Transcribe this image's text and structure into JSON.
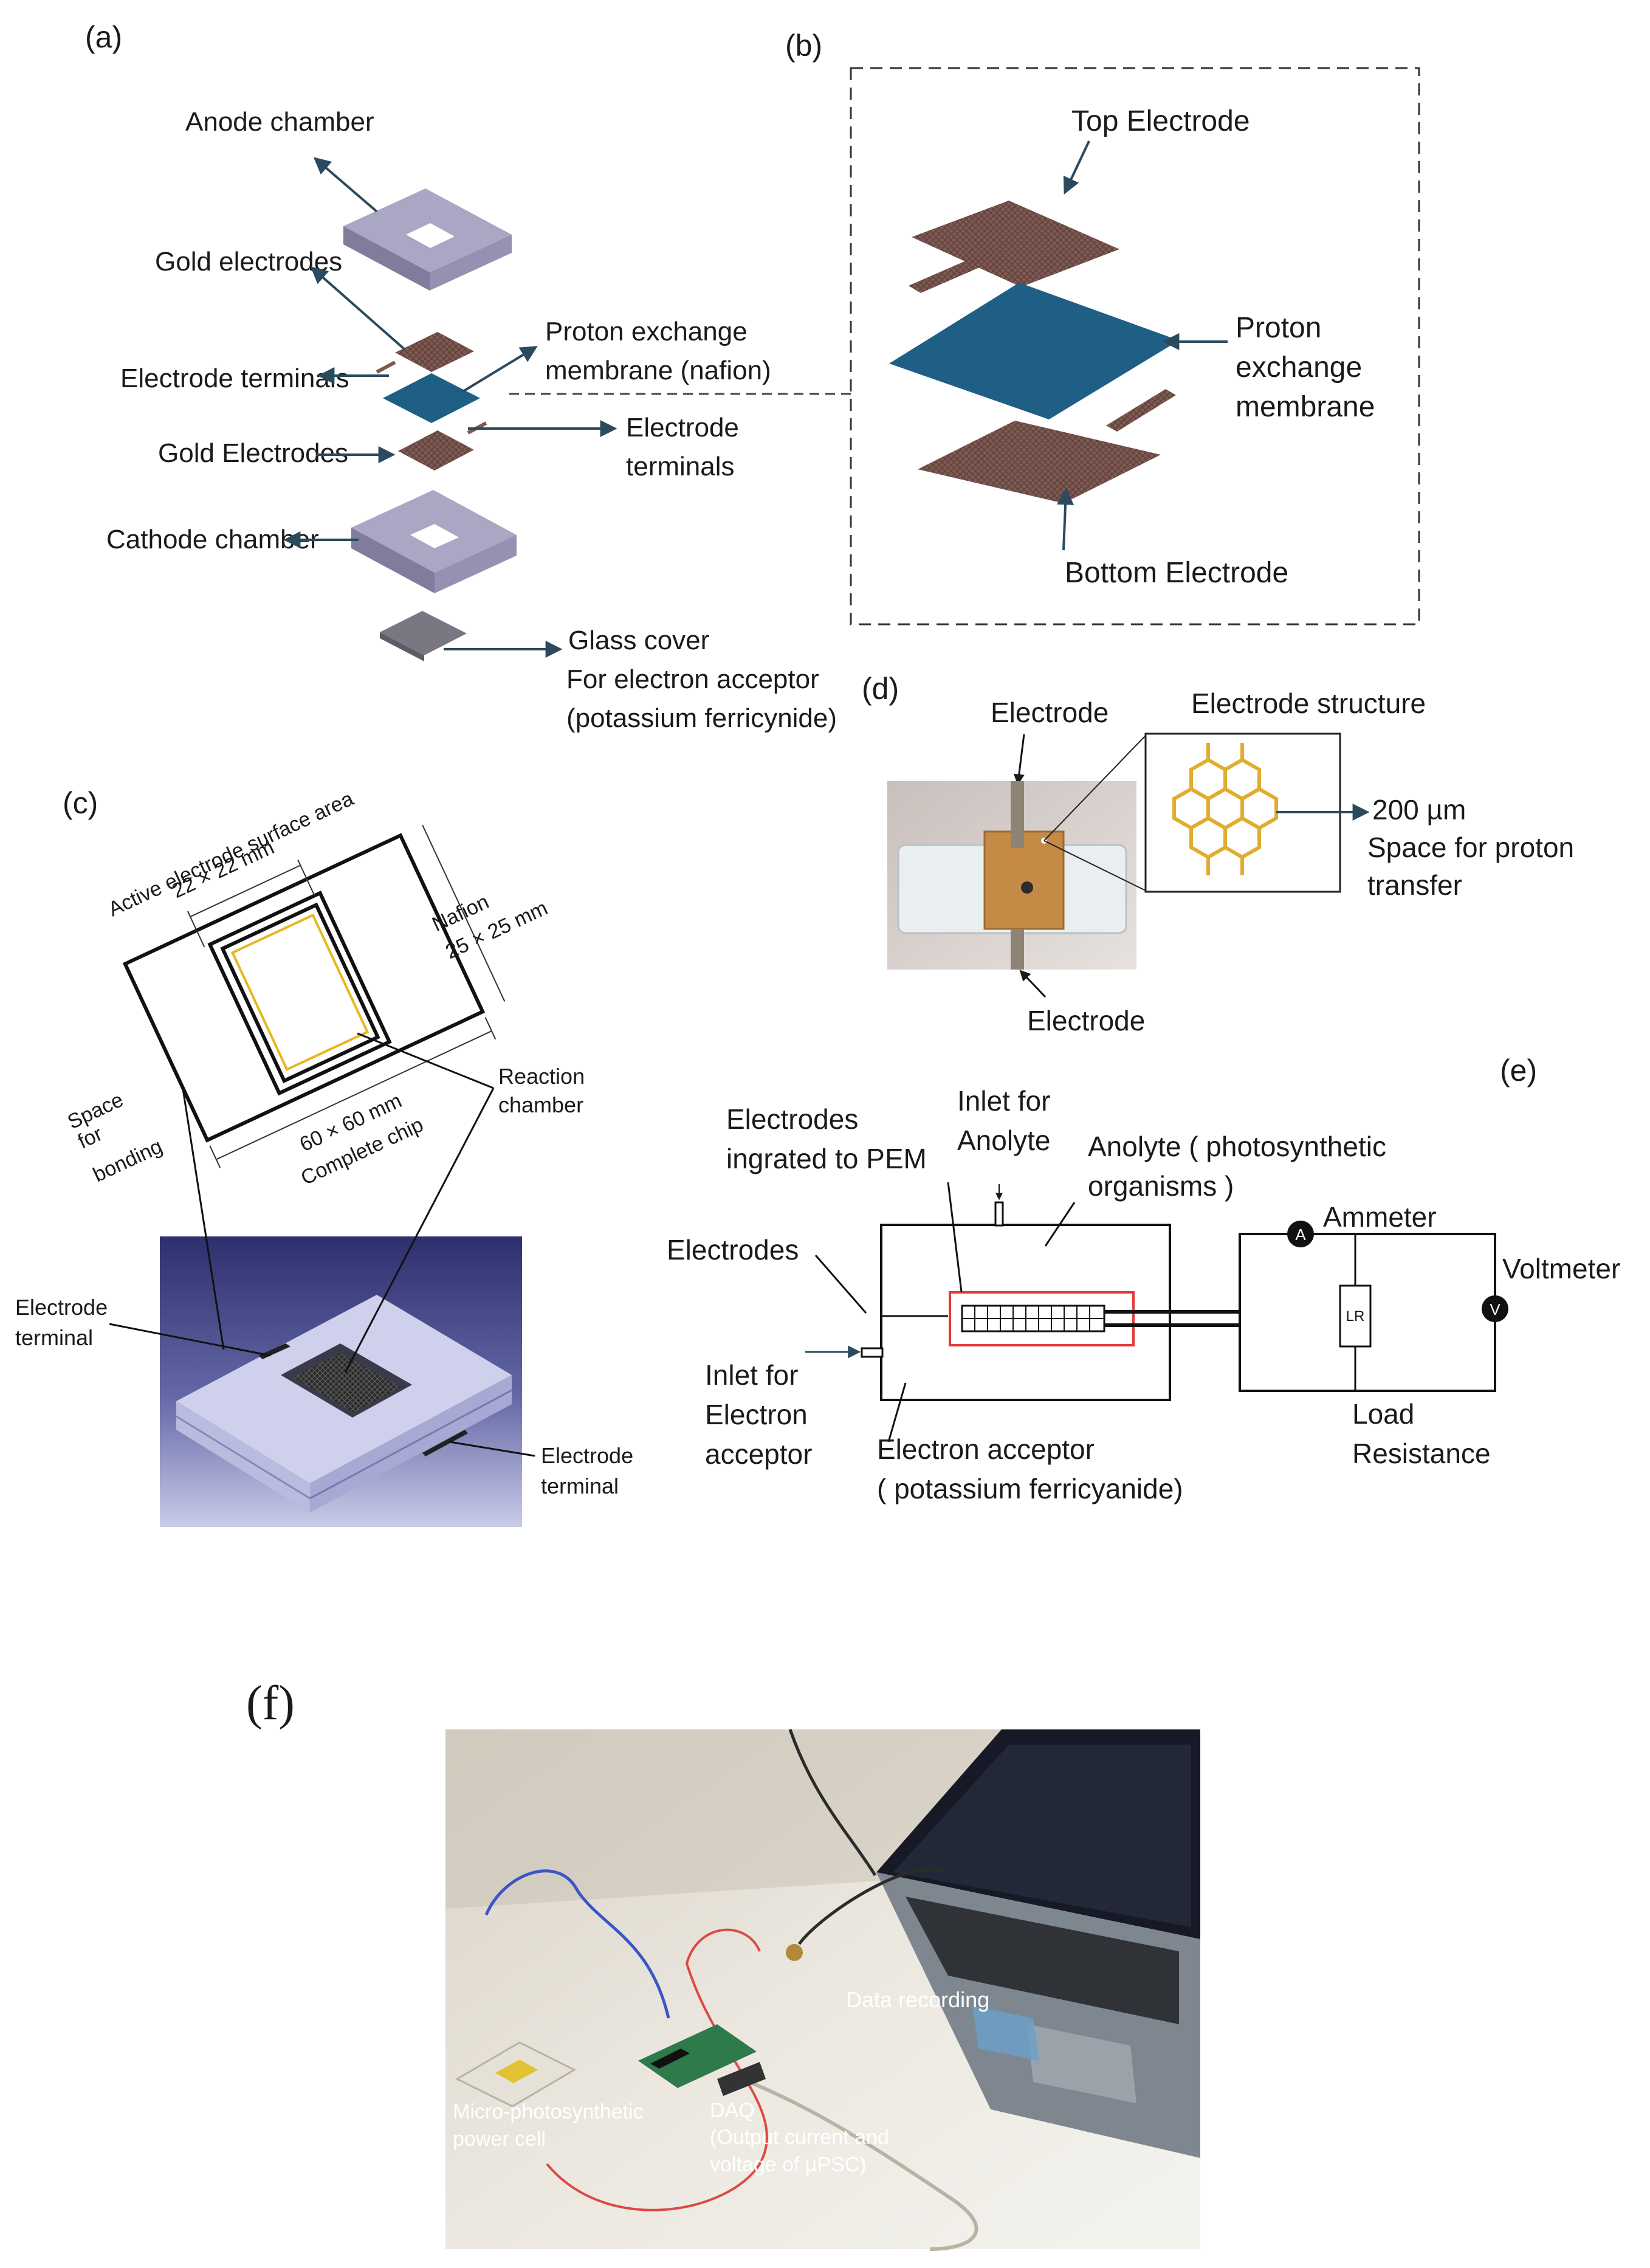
{
  "panel_a": {
    "label": "(a)",
    "anode_chamber": "Anode chamber",
    "gold_electrodes_top": "Gold electrodes",
    "electrode_terminals_left": "Electrode terminals",
    "pem_line1": "Proton exchange",
    "pem_line2": "membrane (nafion)",
    "gold_electrodes_bottom": "Gold Electrodes",
    "electrode_terminals_right_1": "Electrode",
    "electrode_terminals_right_2": "terminals",
    "cathode_chamber": "Cathode chamber",
    "glass_cover_1": "Glass cover",
    "glass_cover_2": "For electron acceptor",
    "glass_cover_3": "(potassium ferricynide)"
  },
  "panel_b": {
    "label": "(b)",
    "top_electrode": "Top Electrode",
    "pem_1": "Proton",
    "pem_2": "exchange",
    "pem_3": "membrane",
    "bottom_electrode": "Bottom  Electrode"
  },
  "panel_c": {
    "label": "(c)",
    "active_area_1": "Active electrode surface area",
    "active_area_2": "22 × 22 mm",
    "nafion_1": "Nafion",
    "nafion_2": "25 × 25 mm",
    "space_1": "Space",
    "space_2": "for",
    "space_3": "bonding",
    "chip_1": "60 × 60 mm",
    "chip_2": "Complete chip",
    "reaction_1": "Reaction",
    "reaction_2": "chamber",
    "terminal_left_1": "Electrode",
    "terminal_left_2": "terminal",
    "terminal_right_1": "Electrode",
    "terminal_right_2": "terminal"
  },
  "panel_d": {
    "label": "(d)",
    "electrode_top": "Electrode",
    "electrode_structure": "Electrode structure",
    "size": "200 µm",
    "space_1": "Space for proton",
    "space_2": "transfer",
    "electrode_bottom": "Electrode"
  },
  "panel_e": {
    "label": "(e)",
    "integrated_1": "Electrodes",
    "integrated_2": "ingrated to PEM",
    "inlet_anolyte_1": "Inlet for",
    "inlet_anolyte_2": "Anolyte",
    "anolyte_1": "Anolyte ( photosynthetic",
    "anolyte_2": "organisms )",
    "electrodes": "Electrodes",
    "ammeter": "Ammeter",
    "ammeter_symbol": "A",
    "voltmeter": "Voltmeter",
    "voltmeter_symbol": "V",
    "resistor": "LR",
    "inlet_acceptor_1": "Inlet for",
    "inlet_acceptor_2": "Electron",
    "inlet_acceptor_3": "acceptor",
    "acceptor_1": "Electron acceptor",
    "acceptor_2": "( potassium ferricyanide)",
    "load_1": "Load",
    "load_2": "Resistance"
  },
  "panel_f": {
    "label": "(f)",
    "data_recording": "Data recording",
    "cell_1": "Micro-photosynthetic",
    "cell_2": "power cell",
    "daq_1": "DAQ",
    "daq_2": "(Output current and",
    "daq_3": "voltage of µPSC)"
  },
  "colors": {
    "arrow": "#2b4a5e",
    "membrane": "#1f5f86",
    "electrode": "#7d5a52",
    "chamber": "#8d8aa8",
    "gold": "#e1ad2e",
    "red_box": "#e23a3a"
  }
}
